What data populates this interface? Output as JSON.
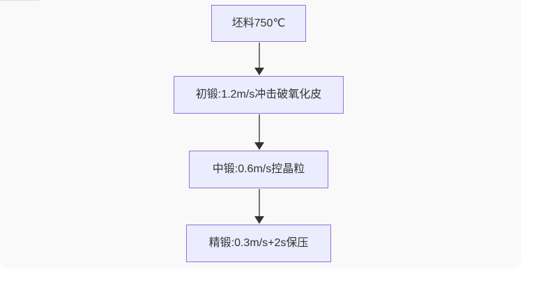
{
  "diagram": {
    "type": "flowchart",
    "direction": "top-down",
    "title": "",
    "nodes": [
      {
        "id": "node-1",
        "label": "坯料750℃"
      },
      {
        "id": "node-2",
        "label": "初锻:1.2m/s冲击破氧化皮"
      },
      {
        "id": "node-3",
        "label": "中锻:0.6m/s控晶粒"
      },
      {
        "id": "node-4",
        "label": "精锻:0.3m/s+2s保压"
      }
    ],
    "edges": [
      {
        "from": "node-1",
        "to": "node-2",
        "style": "arrow"
      },
      {
        "from": "node-2",
        "to": "node-3",
        "style": "arrow"
      },
      {
        "from": "node-3",
        "to": "node-4",
        "style": "arrow"
      }
    ],
    "colors": {
      "node_fill": "#ececff",
      "node_border": "#9370db",
      "node_text": "#333333",
      "arrow_line": "#777777",
      "arrow_head": "#333333",
      "canvas_background": "#f9f9f9",
      "page_background": "#ffffff"
    }
  }
}
